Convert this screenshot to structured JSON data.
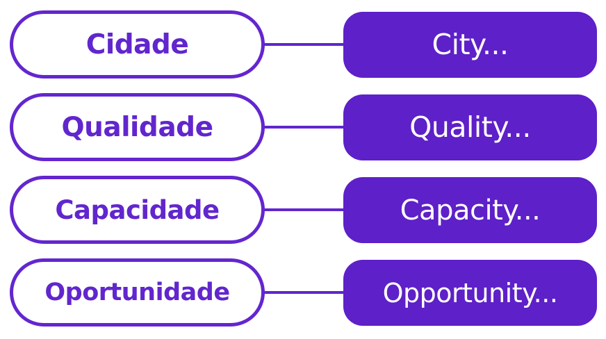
{
  "diagram": {
    "type": "translation-pair-list",
    "colors": {
      "pill_fill": "#5e20c8",
      "pill_stroke": "#6326cf",
      "source_text": "#6126cd",
      "target_text": "#ffffff",
      "connector": "#6126cd",
      "background": "#ffffff"
    },
    "rows": [
      {
        "source": "Cidade",
        "target": "City..."
      },
      {
        "source": "Qualidade",
        "target": "Quality..."
      },
      {
        "source": "Capacidade",
        "target": "Capacity..."
      },
      {
        "source": "Oportunidade",
        "target": "Opportunity..."
      }
    ]
  }
}
